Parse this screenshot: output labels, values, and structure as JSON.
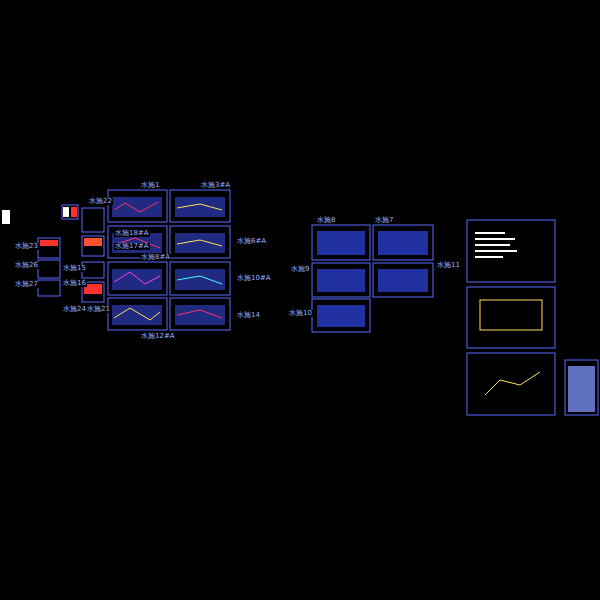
{
  "diagram": {
    "labels": [
      "水施22",
      "水施1",
      "水施3#A",
      "水施18#A",
      "水施17#A",
      "水施6#A",
      "水施23",
      "水施26",
      "水施27",
      "水施15",
      "水施8#A",
      "水施16",
      "水施10#A",
      "水施24",
      "水施21",
      "水施14",
      "水施12#A",
      "水施8",
      "水施7",
      "水施9",
      "水施11",
      "水施10"
    ]
  }
}
